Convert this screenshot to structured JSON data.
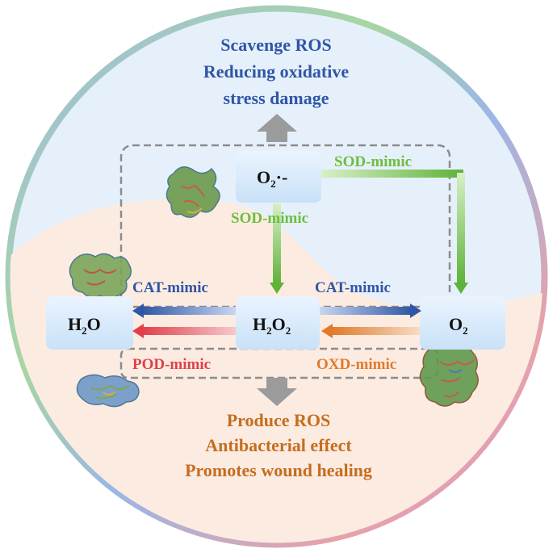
{
  "top_outcomes": [
    "Scavenge ROS",
    "Reducing oxidative",
    "stress damage"
  ],
  "bottom_outcomes": [
    "Produce ROS",
    "Antibacterial effect",
    "Promotes wound healing"
  ],
  "species": {
    "superoxide": {
      "base": "O",
      "sub": "2",
      "sup": "·-"
    },
    "water": {
      "base1": "H",
      "sub": "2",
      "base2": "O"
    },
    "peroxide": {
      "base1": "H",
      "sub1": "2",
      "base2": "O",
      "sub2": "2"
    },
    "oxygen": {
      "base": "O",
      "sub": "2"
    }
  },
  "mimics": {
    "sod_right": "SOD-mimic",
    "sod_down": "SOD-mimic",
    "cat_left": "CAT-mimic",
    "cat_right": "CAT-mimic",
    "pod": "POD-mimic",
    "oxd": "OXD-mimic"
  },
  "colors": {
    "blue_text": "#2f56a6",
    "orange_text": "#c56d1e",
    "green": "#6cbf3e",
    "red": "#e0404a",
    "orange_arrow": "#e07a2a"
  }
}
